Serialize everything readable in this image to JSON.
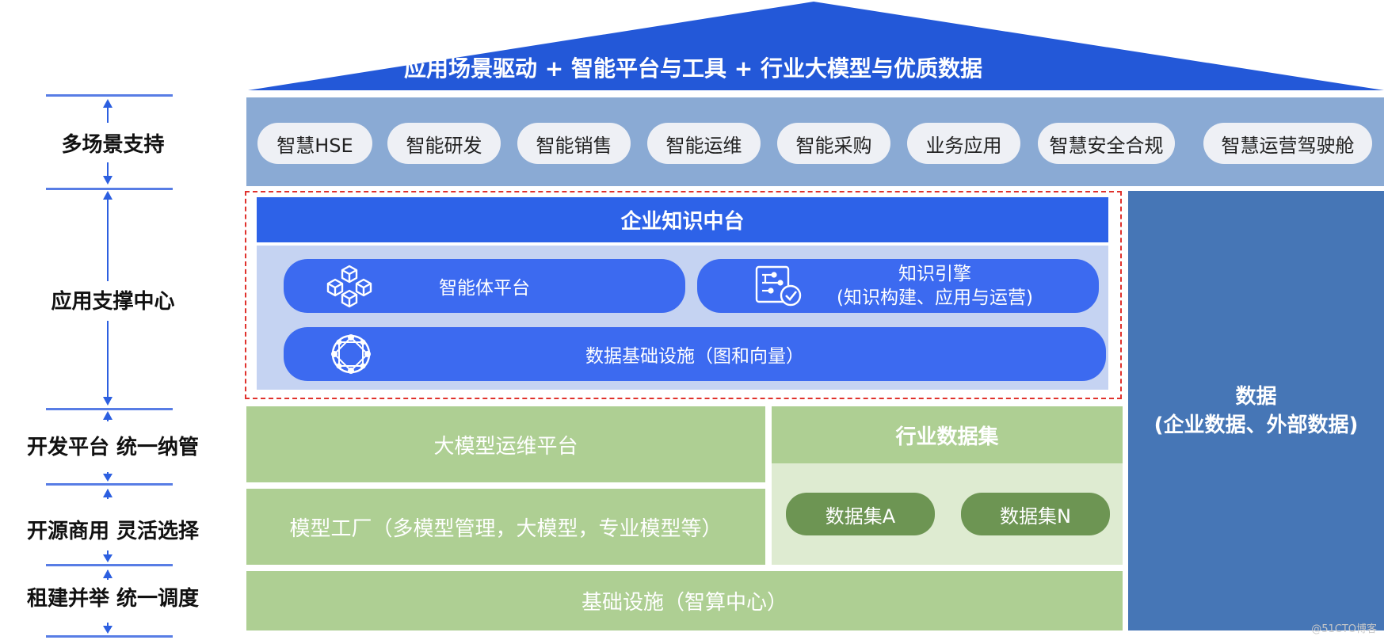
{
  "roof": {
    "title": "应用场景驱动 + 智能平台与工具 + 行业大模型与优质数据",
    "color": "#2358d8"
  },
  "left_labels": [
    "多场景支持",
    "应用支撑中心",
    "开发平台 统一纳管",
    "开源商用 灵活选择",
    "租建并举 统一调度"
  ],
  "scenarios": [
    "智慧HSE",
    "智能研发",
    "智能销售",
    "智能运维",
    "智能采购",
    "业务应用",
    "智慧安全合规",
    "智慧运营驾驶舱"
  ],
  "knowledge_platform": {
    "title": "企业知识中台",
    "agent_platform": "智能体平台",
    "knowledge_engine_line1": "知识引擎",
    "knowledge_engine_line2": "(知识构建、应用与运营)",
    "data_infra": "数据基础设施（图和向量）"
  },
  "data_column": {
    "line1": "数据",
    "line2": "(企业数据、外部数据)"
  },
  "green_region": {
    "llmops": "大模型运维平台",
    "model_factory": "模型工厂（多模型管理，大模型，专业模型等）",
    "industry_dataset_title": "行业数据集",
    "dataset_a": "数据集A",
    "dataset_n": "数据集N",
    "infrastructure": "基础设施（智算中心）"
  },
  "watermark": "@51CTO博客",
  "colors": {
    "arrow": "#2c5fe0",
    "scenario_band": "#8aaad4",
    "kp_header": "#2d62e8",
    "kp_body": "#c5d3f2",
    "data_column": "#4676b6",
    "green": "#aecf93",
    "green_light": "#deebd1",
    "dataset_pill": "#6d9553",
    "dashed_border": "#e0322d"
  }
}
